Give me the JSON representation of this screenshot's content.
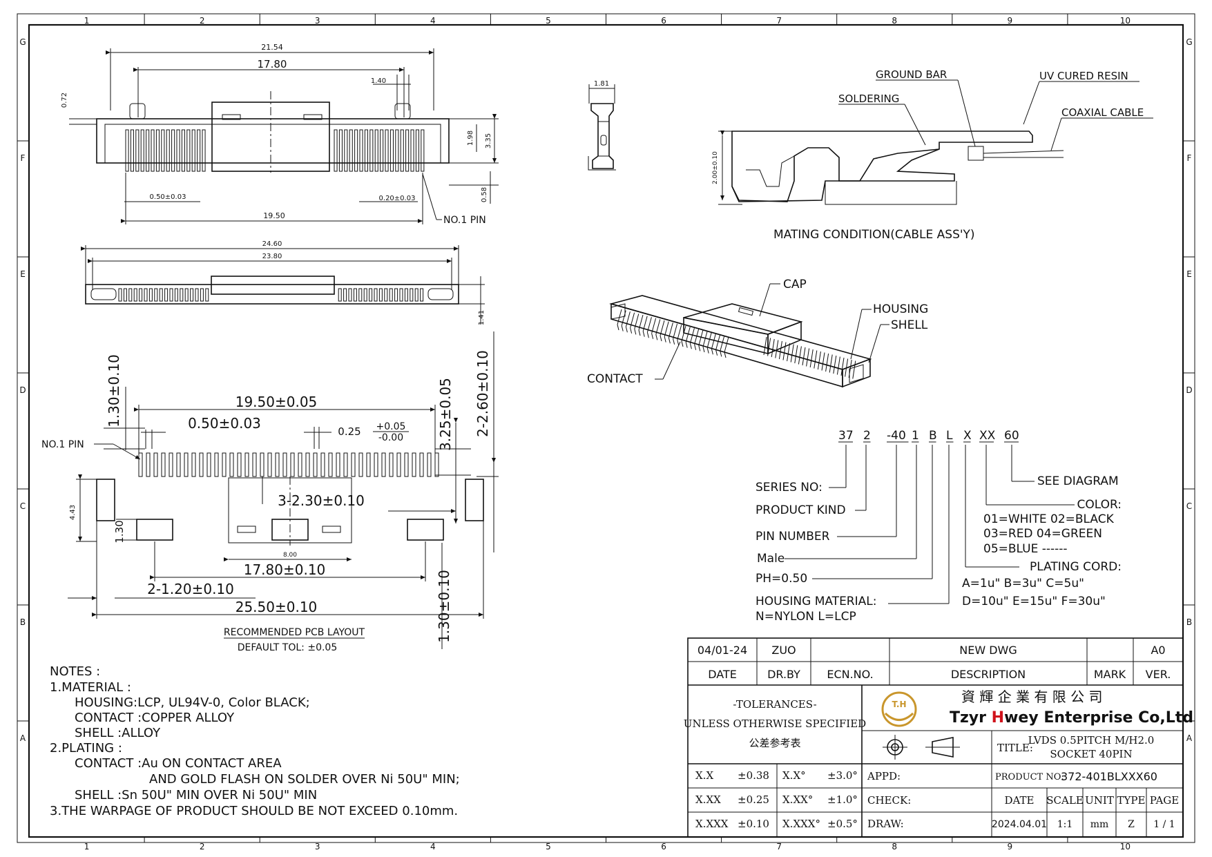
{
  "border": {
    "columns": [
      "1",
      "2",
      "3",
      "4",
      "5",
      "6",
      "7",
      "8",
      "9",
      "10"
    ],
    "rows": [
      "G",
      "F",
      "E",
      "D",
      "C",
      "B",
      "A"
    ]
  },
  "top_view": {
    "dim_overall": "21.54",
    "dim_shell": "17.80",
    "dim_tab": "1.40",
    "dim_left": "0.72",
    "dim_height1": "1.98",
    "dim_height2": "3.35",
    "dim_pitch": "0.50±0.03",
    "dim_lead": "0.20±0.03",
    "dim_pins_span": "19.50",
    "dim_lead_h": "0.58",
    "no1_pin": "NO.1  PIN"
  },
  "side_view": {
    "dim_width": "1.81"
  },
  "front_view": {
    "dim_overall": "24.60",
    "dim_body": "23.80",
    "dim_height": "1.41"
  },
  "mating": {
    "ground_bar": "GROUND  BAR",
    "uv_resin": "UV  CURED  RESIN",
    "soldering": "SOLDERING",
    "coaxial": "COAXIAL  CABLE",
    "dim_height": "2.00±0.10",
    "caption": "MATING  CONDITION(CABLE  ASS'Y)"
  },
  "iso": {
    "cap": "CAP",
    "housing": "HOUSING",
    "shell": "SHELL",
    "contact": "CONTACT"
  },
  "pcb": {
    "dim_top_v": "1.30±0.10",
    "dim_span": "19.50±0.05",
    "dim_pitch": "0.50±0.03",
    "dim_pad_w": "0.25",
    "tol_plus": "+0.05",
    "tol_minus": "-0.00",
    "dim_right_v": "3.25±0.05",
    "dim_far_right": "2-2.60±0.10",
    "no1_pin": "NO.1  PIN",
    "dim_4_43": "4.43",
    "dim_slot": "3-2.30±0.10",
    "dim_1_30": "1.30",
    "dim_8_00": "8.00",
    "dim_17_80": "17.80±0.10",
    "dim_2_1_20": "2-1.20±0.10",
    "dim_25_50": "25.50±0.10",
    "dim_bottom_v": "1.30±0.10",
    "title": "RECOMMENDED  PCB  LAYOUT",
    "tol": "DEFAULT  TOL:  ±0.05"
  },
  "part_number": {
    "segments": [
      "37",
      "2",
      "-40",
      "1",
      "B",
      "L",
      "X",
      "XX",
      "60"
    ],
    "series": "SERIES  NO:",
    "product_kind": "PRODUCT  KIND",
    "pin_number": "PIN  NUMBER",
    "male": "Male",
    "ph": "PH=0.50",
    "housing_material": "HOUSING  MATERIAL:",
    "housing_opts": "N=NYLON        L=LCP",
    "see_diagram": "SEE  DIAGRAM",
    "color": "COLOR:",
    "color_1": "01=WHITE   02=BLACK",
    "color_2": "03=RED      04=GREEN",
    "color_3": "05=BLUE    ------",
    "plating": "PLATING  CORD:",
    "plating_1": "A=1u\"    B=3u\"     C=5u\"",
    "plating_2": "D=10u\"  E=15u\"  F=30u\""
  },
  "notes": {
    "header": "NOTES :",
    "lines": [
      "1.MATERIAL :",
      "HOUSING:LCP,  UL94V-0,  Color  BLACK;",
      "CONTACT :COPPER  ALLOY",
      "SHELL :ALLOY",
      "2.PLATING :",
      "CONTACT :Au  ON  CONTACT  AREA",
      "AND  GOLD  FLASH  ON  SOLDER  OVER  Ni  50U\"  MIN;",
      "SHELL :Sn  50U\"  MIN  OVER  Ni  50U\"  MIN",
      "3.THE  WARPAGE  OF  PRODUCT  SHOULD  BE  NOT  EXCEED  0.10mm."
    ]
  },
  "title_block": {
    "rev_date": "04/01-24",
    "rev_by": "ZUO",
    "rev_desc": "NEW  DWG",
    "rev_ver": "A0",
    "h_date": "DATE",
    "h_drby": "DR.BY",
    "h_ecn": "ECN.NO.",
    "h_desc": "DESCRIPTION",
    "h_mark": "MARK",
    "h_ver": "VER.",
    "tol_1": "-TOLERANCES-",
    "tol_2": "UNLESS OTHERWISE SPECIFIED",
    "tol_3": "公差参考表",
    "logo_mark": "T.H",
    "company_cn": "資 輝 企 業 有 限 公 司",
    "company_en_1": "Tzyr ",
    "company_en_h": "H",
    "company_en_2": "wey Enterprise Co,Ltd",
    "title_label": "TITLE:",
    "title_1": "LVDS 0.5PITCH M/H2.0",
    "title_2": "SOCKET 40PIN",
    "tol_rows": [
      [
        "X.X",
        "±0.38",
        "X.X°",
        "±3.0°"
      ],
      [
        "X.XX",
        "±0.25",
        "X.XX°",
        "±1.0°"
      ],
      [
        "X.XXX",
        "±0.10",
        "X.XXX°",
        "±0.5°"
      ]
    ],
    "appd": "APPD:",
    "check": "CHECK:",
    "draw": "DRAW:",
    "product_no_label": "PRODUCT NO:",
    "product_no": "372-401BLXXX60",
    "h2_date": "DATE",
    "h2_scale": "SCALE",
    "h2_unit": "UNIT",
    "h2_type": "TYPE",
    "h2_page": "PAGE",
    "v_date": "2024.04.01",
    "v_scale": "1:1",
    "v_unit": "mm",
    "v_type": "Z",
    "v_page": "1 / 1"
  },
  "colors": {
    "line": "#111111",
    "logo_gold": "#c9962c",
    "logo_red": "#d0121b"
  }
}
